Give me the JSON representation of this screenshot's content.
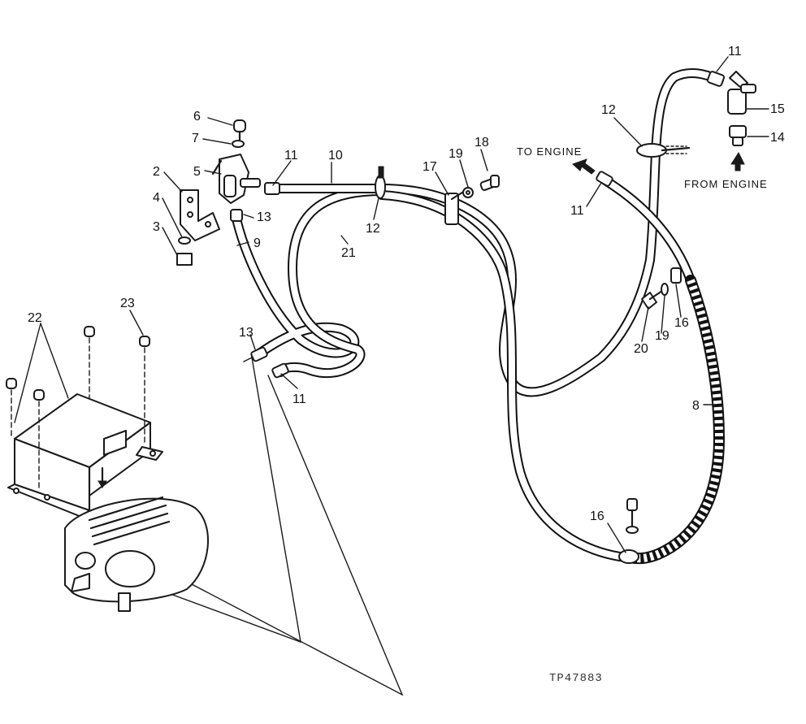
{
  "labels": {
    "p2": "2",
    "p3": "3",
    "p4": "4",
    "p5": "5",
    "p6": "6",
    "p7": "7",
    "p8": "8",
    "p9": "9",
    "p10": "10",
    "p11a": "11",
    "p11b": "11",
    "p11c": "11",
    "p11d": "11",
    "p12a": "12",
    "p12b": "12",
    "p13a": "13",
    "p13b": "13",
    "p14": "14",
    "p15": "15",
    "p16a": "16",
    "p16b": "16",
    "p17": "17",
    "p18": "18",
    "p19a": "19",
    "p19b": "19",
    "p20": "20",
    "p21": "21",
    "p22": "22",
    "p23": "23"
  },
  "notes": {
    "to_engine": "TO ENGINE",
    "from_engine": "FROM ENGINE"
  },
  "figure_code": "TP47883",
  "colors": {
    "ink": "#1a1a1a",
    "paper": "#ffffff"
  }
}
